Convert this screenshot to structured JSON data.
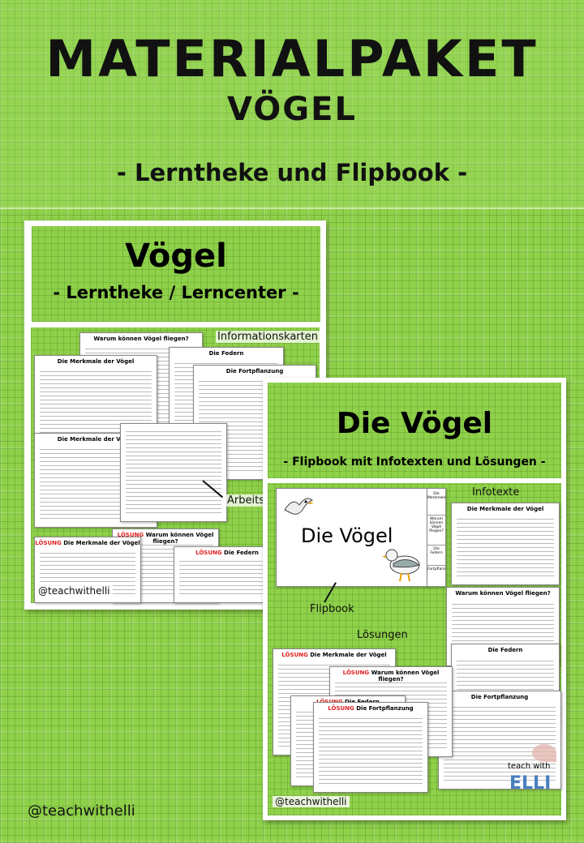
{
  "header": {
    "title": "MATERIALPAKET",
    "subtitle": "VÖGEL",
    "tagline": "- Lerntheke und Flipbook -"
  },
  "left_card": {
    "title": "Vögel",
    "subtitle": "- Lerntheke / Lerncenter -",
    "label_info": "Informationskarten",
    "label_work": "Arbeitsblätter",
    "sheets": [
      "Warum können Vögel fliegen?",
      "Die Merkmale der Vögel",
      "Die Federn",
      "Die Fortpflanzung",
      "Die Merkmale der Vögel"
    ],
    "solution_word": "LÖSUNG",
    "solution_sheets": [
      "Warum können Vögel fliegen?",
      "Die Merkmale der Vögel",
      "Die Federn"
    ],
    "handle": "@teachwithelli"
  },
  "right_card": {
    "title": "Die Vögel",
    "subtitle": "- Flipbook mit Infotexten und Lösungen -",
    "label_info": "Infotexte",
    "label_flipbook": "Flipbook",
    "label_solutions": "Lösungen",
    "flipbook_title": "Die Vögel",
    "tabs": [
      "Die Merkmale",
      "Warum können Vögel fliegen?",
      "Die Federn",
      "Fortpflanzung"
    ],
    "info_sheets": [
      "Die Merkmale der Vögel",
      "Warum können Vögel fliegen?",
      "Die Federn",
      "Die Fortpflanzung"
    ],
    "solution_word": "LÖSUNG",
    "solution_sheets": [
      "Die Merkmale der Vögel",
      "Warum können Vögel fliegen?",
      "Die Federn",
      "Die Fortpflanzung"
    ],
    "handle": "@teachwithelli"
  },
  "footer_handle": "@teachwithelli",
  "logo": {
    "line1": "teach with",
    "line2": "ELLI"
  }
}
